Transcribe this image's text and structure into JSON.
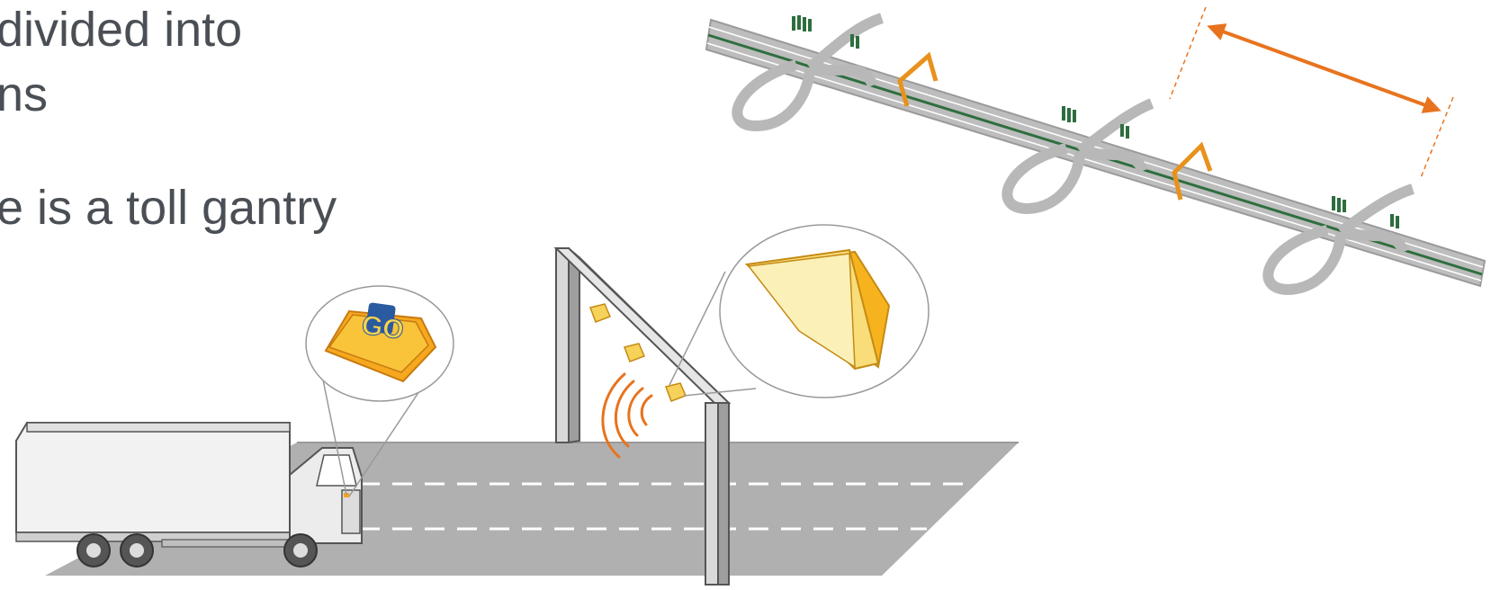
{
  "text_lines": [
    "divided into",
    "ns",
    "e is a toll gantry"
  ],
  "device_badge": "GO",
  "colors": {
    "text": "#4a4f55",
    "accent_orange": "#e8731e",
    "road_gray": "#b3b3b3",
    "highway_green": "#2e6e3e",
    "device_yellow": "#f7c62f",
    "badge_blue": "#2a5aa0"
  },
  "icons": [
    "truck",
    "obu-device",
    "gantry",
    "gantry-reader",
    "highway-map",
    "distance-arrow"
  ]
}
